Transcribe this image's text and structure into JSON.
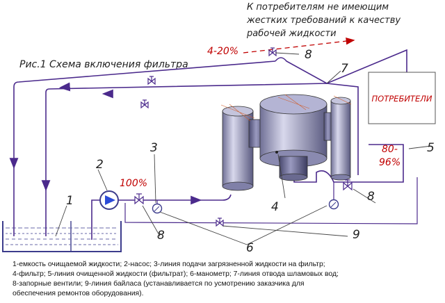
{
  "diagram": {
    "title": "Рис.1 Схема включения фильтра",
    "note_lines": [
      "К потребителям не имеющим",
      "жестких требований к качеству",
      "рабочей жидкости"
    ],
    "consumer_box_label": "ПОТРЕБИТЕЛИ",
    "percentages": {
      "top": "4-20%",
      "pump": "100%",
      "consumers_line1": "80-",
      "consumers_line2": "96%"
    },
    "callouts": {
      "n1": "1",
      "n2": "2",
      "n3": "3",
      "n4": "4",
      "n5": "5",
      "n6": "6",
      "n7": "7",
      "n8_top": "8",
      "n8_left": "8",
      "n8_right": "8",
      "n9": "9"
    },
    "colors": {
      "pipe": "#4b2a8c",
      "tank": "#3c3c8c",
      "accent": "#c00000",
      "filter_body": "#a9a9c8"
    }
  },
  "legend": [
    "1-емкость очищаемой жидкости; 2-насос; 3-линия подачи загрязненной жидкости  на фильтр;",
    "4-фильтр; 5-линия очищенной жидкости (фильтрат); 6-манометр; 7-линия отвода шламовых вод;",
    "8-запорные вентили; 9-линия байласа (устанавливается по усмотрению заказчика для",
    "обеспечения ремонтов оборудования)."
  ]
}
